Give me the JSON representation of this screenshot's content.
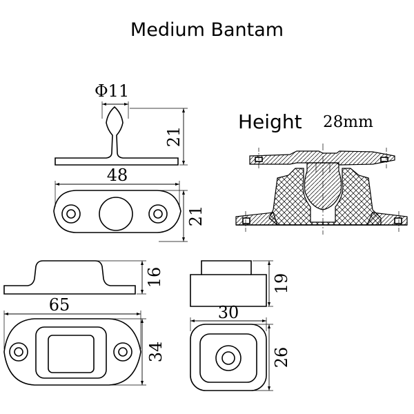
{
  "title": "Medium Bantam",
  "height_label": "Height",
  "height_value": "28mm",
  "diameter": "Φ11",
  "dims": {
    "d21_top": "21",
    "d48": "48",
    "d21_side": "21",
    "d16": "16",
    "d65": "65",
    "d34": "34",
    "d19": "19",
    "d30": "30",
    "d26": "26"
  }
}
